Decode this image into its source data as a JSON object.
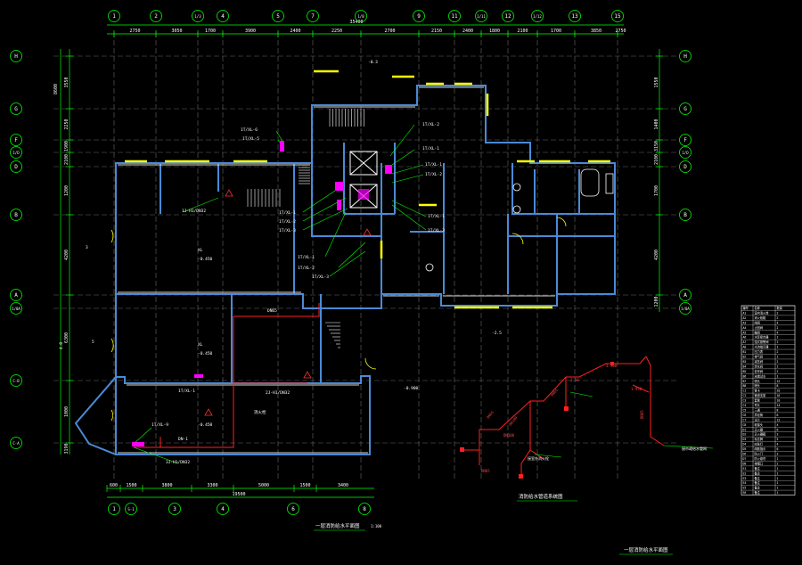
{
  "drawing": {
    "plan_title": "一层消防给水平面图",
    "plan_scale": "1:100",
    "iso_title": "消防给水管道系统图",
    "bottom_title": "一层消防给水平面图"
  },
  "axes": {
    "top": [
      "1",
      "2",
      "1/3",
      "4",
      "5",
      "7",
      "1/8",
      "9",
      "11",
      "1/11",
      "12",
      "1/12",
      "13",
      "15"
    ],
    "left": [
      "H",
      "G",
      "F",
      "1/D",
      "D",
      "B",
      "A",
      "1/0A",
      "C-B",
      "C-A"
    ],
    "right": [
      "H",
      "G",
      "F",
      "1/D",
      "D",
      "B",
      "A",
      "1/0A"
    ],
    "bottom": [
      "1",
      "S-1",
      "3",
      "4",
      "6",
      "8"
    ]
  },
  "dimensions": {
    "top_segments": [
      "2750",
      "3050",
      "1700",
      "3900",
      "2400",
      "2250",
      "2700",
      "2150",
      "2400",
      "1800",
      "2100",
      "1700",
      "3850",
      "2750"
    ],
    "top_overall": "35400",
    "bottom_segments": [
      "600",
      "1500",
      "3800",
      "3300",
      "5000",
      "1500",
      "3400"
    ],
    "bottom_overall": "19500",
    "left_segments": [
      "3550",
      "2250",
      "1900",
      "2100",
      "1200",
      "4200",
      "6300",
      "1000",
      "3190"
    ],
    "left_overall": "8600",
    "right_segments": [
      "1550",
      "1400",
      "3150",
      "2100",
      "1700",
      "4200",
      "1200"
    ]
  },
  "plan_labels": {
    "room_a": "XL",
    "room_b": "XL",
    "level_a": "-0.450",
    "level_b": "-0.450",
    "level_c": "-0.450",
    "outdoor_level": "-0.900",
    "ref_3": "3",
    "ref_5": "5",
    "pipe_j1": "1J-H1/DN32",
    "pipe_j2": "2J-H1/DN32",
    "pipe_j3": "3J-H1/DN32",
    "riser_1": "1T/XL-1",
    "riser_2": "1T/XL-2",
    "riser_3": "1T/XL-3",
    "riser_5": "1T/XL-5",
    "riser_6": "1T/XL-6",
    "riser_9": "1T/XL-9",
    "hose_note": "DN-1",
    "pipe_note": "DN65",
    "hydrant_note": "消火栓",
    "elev_1": "4.0",
    "elev_2": "-0.3",
    "elev_3": "-2.5"
  },
  "iso_labels": {
    "n1": "DN65",
    "n2": "DN100",
    "n3": "DN65",
    "n4": "2.50",
    "n5": "3.900",
    "n6": "1.950",
    "n7": "DN65",
    "n8": "DN100",
    "n9": "接市政给水管网",
    "n10": "DN65",
    "n11": "接室外消火栓"
  },
  "legend": {
    "header": [
      "编号",
      "名称",
      "数量"
    ],
    "rows": [
      [
        "A1",
        "室内消火栓",
        "2"
      ],
      [
        "A2",
        "消火栓箱",
        "2"
      ],
      [
        "A3",
        "闸阀",
        "4"
      ],
      [
        "A4",
        "止回阀",
        "2"
      ],
      [
        "A5",
        "蝶阀",
        "4"
      ],
      [
        "A6",
        "水泵接合器",
        "1"
      ],
      [
        "A7",
        "湿式报警阀",
        "1"
      ],
      [
        "A8",
        "水流指示器",
        "1"
      ],
      [
        "B1",
        "压力表",
        "2"
      ],
      [
        "B2",
        "排气阀",
        "1"
      ],
      [
        "B3",
        "减压阀",
        "2"
      ],
      [
        "B4",
        "泄水阀",
        "1"
      ],
      [
        "B5",
        "信号阀",
        "2"
      ],
      [
        "B6",
        "末端试水",
        "1"
      ],
      [
        "B7",
        "喷头",
        "12"
      ],
      [
        "B8",
        "喷头",
        "8"
      ],
      [
        "C1",
        "管卡",
        "20"
      ],
      [
        "C2",
        "管道支架",
        "16"
      ],
      [
        "C3",
        "套管",
        "10"
      ],
      [
        "C4",
        "弯头",
        "14"
      ],
      [
        "C5",
        "三通",
        "8"
      ],
      [
        "C6",
        "异径管",
        "6"
      ],
      [
        "C7",
        "法兰",
        "12"
      ],
      [
        "C8",
        "软接头",
        "4"
      ],
      [
        "D1",
        "灭火器",
        "6"
      ],
      [
        "D2",
        "灭火器箱",
        "3"
      ],
      [
        "D3",
        "标志牌",
        "5"
      ],
      [
        "D4",
        "应急灯",
        "4"
      ],
      [
        "D5",
        "疏散指示",
        "6"
      ],
      [
        "D6",
        "防火门",
        "3"
      ],
      [
        "D7",
        "防火卷帘",
        "1"
      ],
      [
        "D8",
        "排烟口",
        "2"
      ],
      [
        "E1",
        "备注",
        "1"
      ],
      [
        "E2",
        "备注",
        "1"
      ],
      [
        "E3",
        "备注",
        "1"
      ],
      [
        "E4",
        "备注",
        "1"
      ],
      [
        "E5",
        "备注",
        "1"
      ],
      [
        "E6",
        "备注",
        "1"
      ]
    ]
  },
  "colors": {
    "background": "#000000",
    "axis": "#00ff00",
    "wall": "#ffffff",
    "wall_alt": "#4a8ad6",
    "column": "#ffff00",
    "pipe": "#ff2020",
    "pipe_label": "#ff4040",
    "text": "#ffffff",
    "magenta": "#ff00ff",
    "cyan": "#00ffff"
  }
}
